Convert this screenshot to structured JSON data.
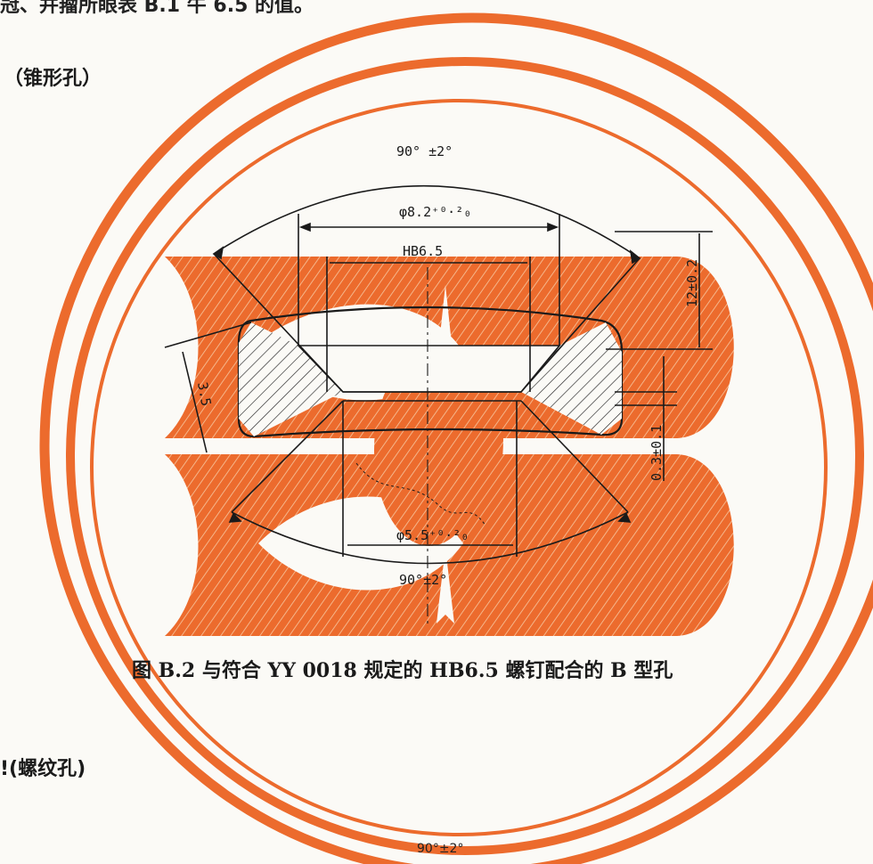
{
  "header": {
    "top_fragment": "冠、并籀所眼表 B.1 牛 6.5 的值。"
  },
  "sections": {
    "conical_hole": "（锥形孔）",
    "threaded_hole": "!(螺纹孔)"
  },
  "figure": {
    "caption": "图 B.2   与符合 YY 0018 规定的 HB6.5 螺钉配合的 B 型孔",
    "dims": {
      "top_angle": "90° ±2°",
      "outer_dia": "φ8.2⁺⁰·²₀",
      "screw_ref": "HB6.5",
      "right_height": "12±0.2",
      "left_depth": "3.5",
      "right_small": "0.3±0.1",
      "inner_dia": "φ5.5⁺⁰·²₀",
      "bottom_angle": "90°±2°"
    }
  },
  "footer": {
    "next_angle": "90°±2°"
  },
  "colors": {
    "watermark": "#ec6b2d",
    "hatch_stripe": "#f7c7a0",
    "line": "#1a1a1a",
    "paper": "#fbfaf6"
  }
}
